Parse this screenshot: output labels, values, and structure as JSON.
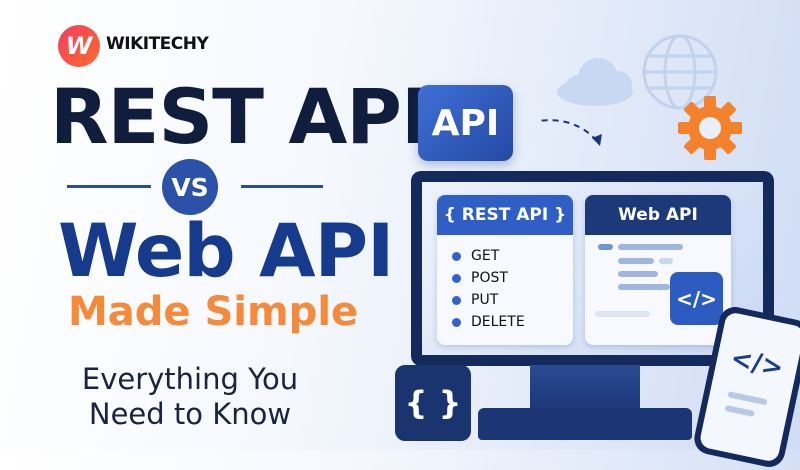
{
  "brand": {
    "name": "WIKITECHY",
    "logo_letter": "W"
  },
  "headline": {
    "line1": "REST API",
    "vs": "VS",
    "line2": "Web API",
    "line3": "Made Simple",
    "sub1": "Everything You",
    "sub2": "Need to Know"
  },
  "illustration": {
    "api_badge": "API",
    "rest_card": {
      "title": "{ REST API }",
      "methods": [
        "GET",
        "POST",
        "PUT",
        "DELETE"
      ]
    },
    "web_card": {
      "title": "Web API",
      "code_icon": "</>"
    },
    "phone_code": "</>",
    "braces": "{ }"
  },
  "colors": {
    "navy": "#101d3d",
    "blue": "#2b52a8",
    "orange": "#f68a3a"
  }
}
